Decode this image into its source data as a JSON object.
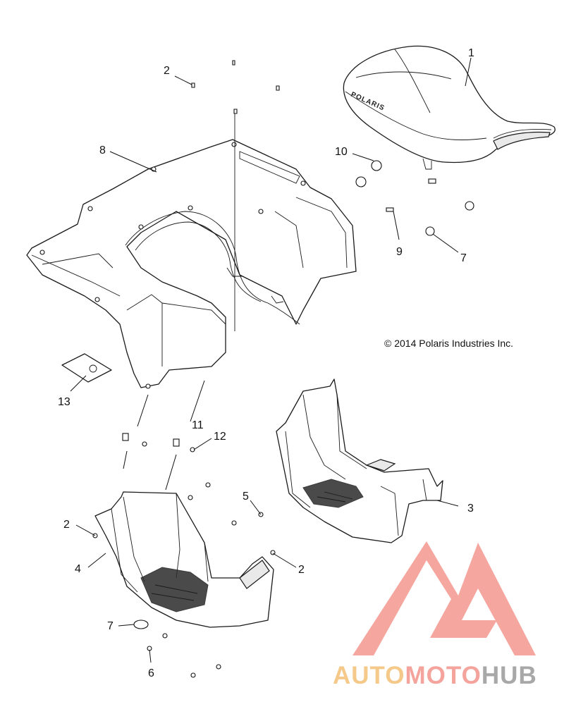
{
  "copyright": "© 2014 Polaris Industries Inc.",
  "seat_logo": "POLARIS",
  "callouts": [
    "1",
    "10",
    "9",
    "7",
    "2",
    "8",
    "13",
    "11",
    "12",
    "3",
    "5",
    "2",
    "4",
    "2",
    "7",
    "6"
  ],
  "watermark": {
    "word_part1": "AUTO",
    "word_part2": "MOTO",
    "word_part3": "HUB",
    "colors": {
      "part1": "#f5c98a",
      "part2": "#f4a49c",
      "part3": "#a8a8a8",
      "logo": "#f28b82"
    }
  }
}
